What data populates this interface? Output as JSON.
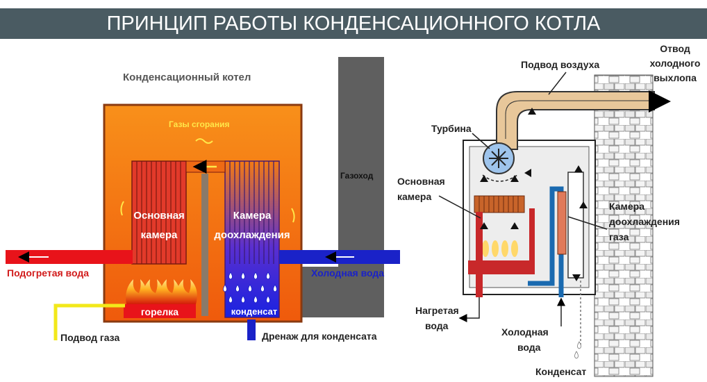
{
  "header": {
    "title": "ПРИНЦИП РАБОТЫ КОНДЕНСАЦИОННОГО КОТЛА"
  },
  "left": {
    "boiler_title": "Конденсационный котел",
    "flue_gases": "Газы сгорания",
    "main_chamber": [
      "Основная",
      "камера"
    ],
    "cooling_chamber": [
      "Камера",
      "доохлаждения"
    ],
    "chimney": "Газоход",
    "heated_water": "Подогретая вода",
    "cold_water": "Холодная вода",
    "burner": "горелка",
    "condensate": "конденсат",
    "gas_supply": "Подвод газа",
    "condensate_drain": "Дренаж для конденсата"
  },
  "right": {
    "exhaust": [
      "Отвод",
      "холодного",
      "выхлопа"
    ],
    "air_supply": "Подвод воздуха",
    "turbine": "Турбина",
    "main_chamber": [
      "Основная",
      "камера"
    ],
    "gas_cooling_chamber": [
      "Камера",
      "доохлаждения",
      "газа"
    ],
    "heated_water": [
      "Нагретая",
      "вода"
    ],
    "cold_water": [
      "Холодная",
      "вода"
    ],
    "condensate": "Конденсат"
  },
  "colors": {
    "header_bg": "#4a5b62",
    "hot_red": "#e8131a",
    "cold_blue": "#1a22c8",
    "boiler_orange": "#f47a12",
    "chimney_gray": "#5f5f5f",
    "gas_yellow": "#f2e81a"
  }
}
